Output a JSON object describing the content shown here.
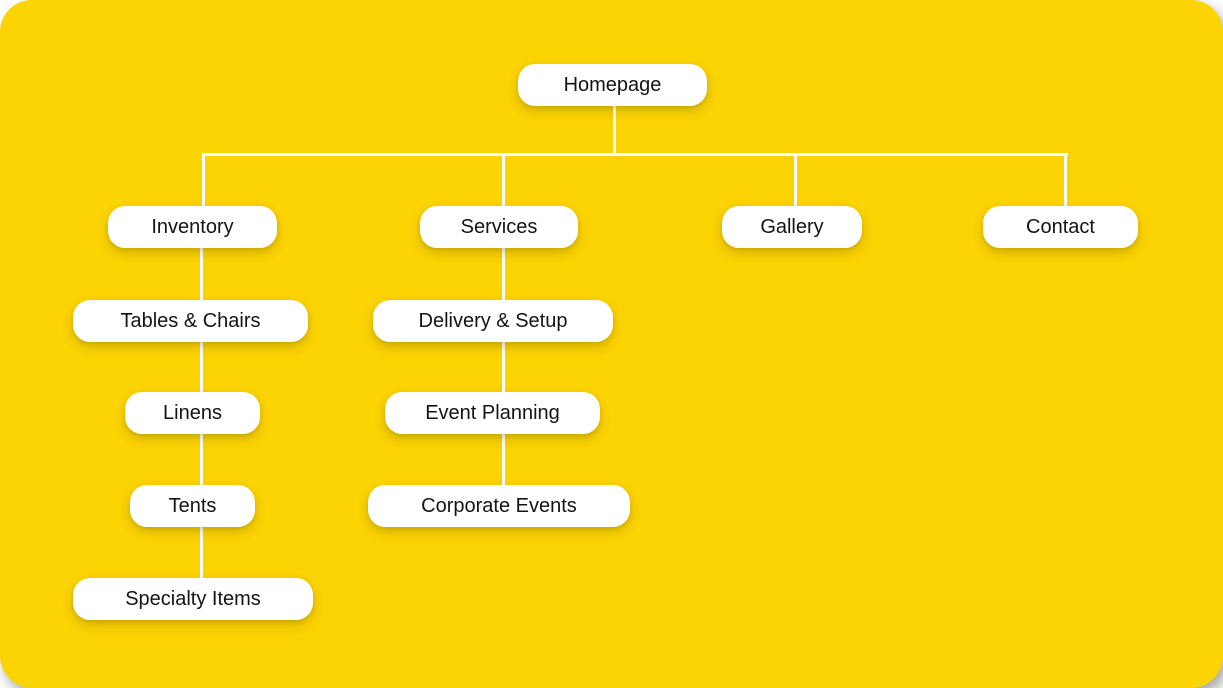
{
  "theme": {
    "canvas_background": "#FCD303",
    "connector_color": "#FFFEF8",
    "node_background": "#FFFFFF",
    "node_text_color": "#141414"
  },
  "sitemap": {
    "root": {
      "label": "Homepage"
    },
    "branches": [
      {
        "label": "Inventory",
        "children": [
          {
            "label": "Tables & Chairs"
          },
          {
            "label": "Linens"
          },
          {
            "label": "Tents"
          },
          {
            "label": "Specialty Items"
          }
        ]
      },
      {
        "label": "Services",
        "children": [
          {
            "label": "Delivery & Setup"
          },
          {
            "label": "Event Planning"
          },
          {
            "label": "Corporate Events"
          }
        ]
      },
      {
        "label": "Gallery",
        "children": []
      },
      {
        "label": "Contact",
        "children": []
      }
    ]
  }
}
